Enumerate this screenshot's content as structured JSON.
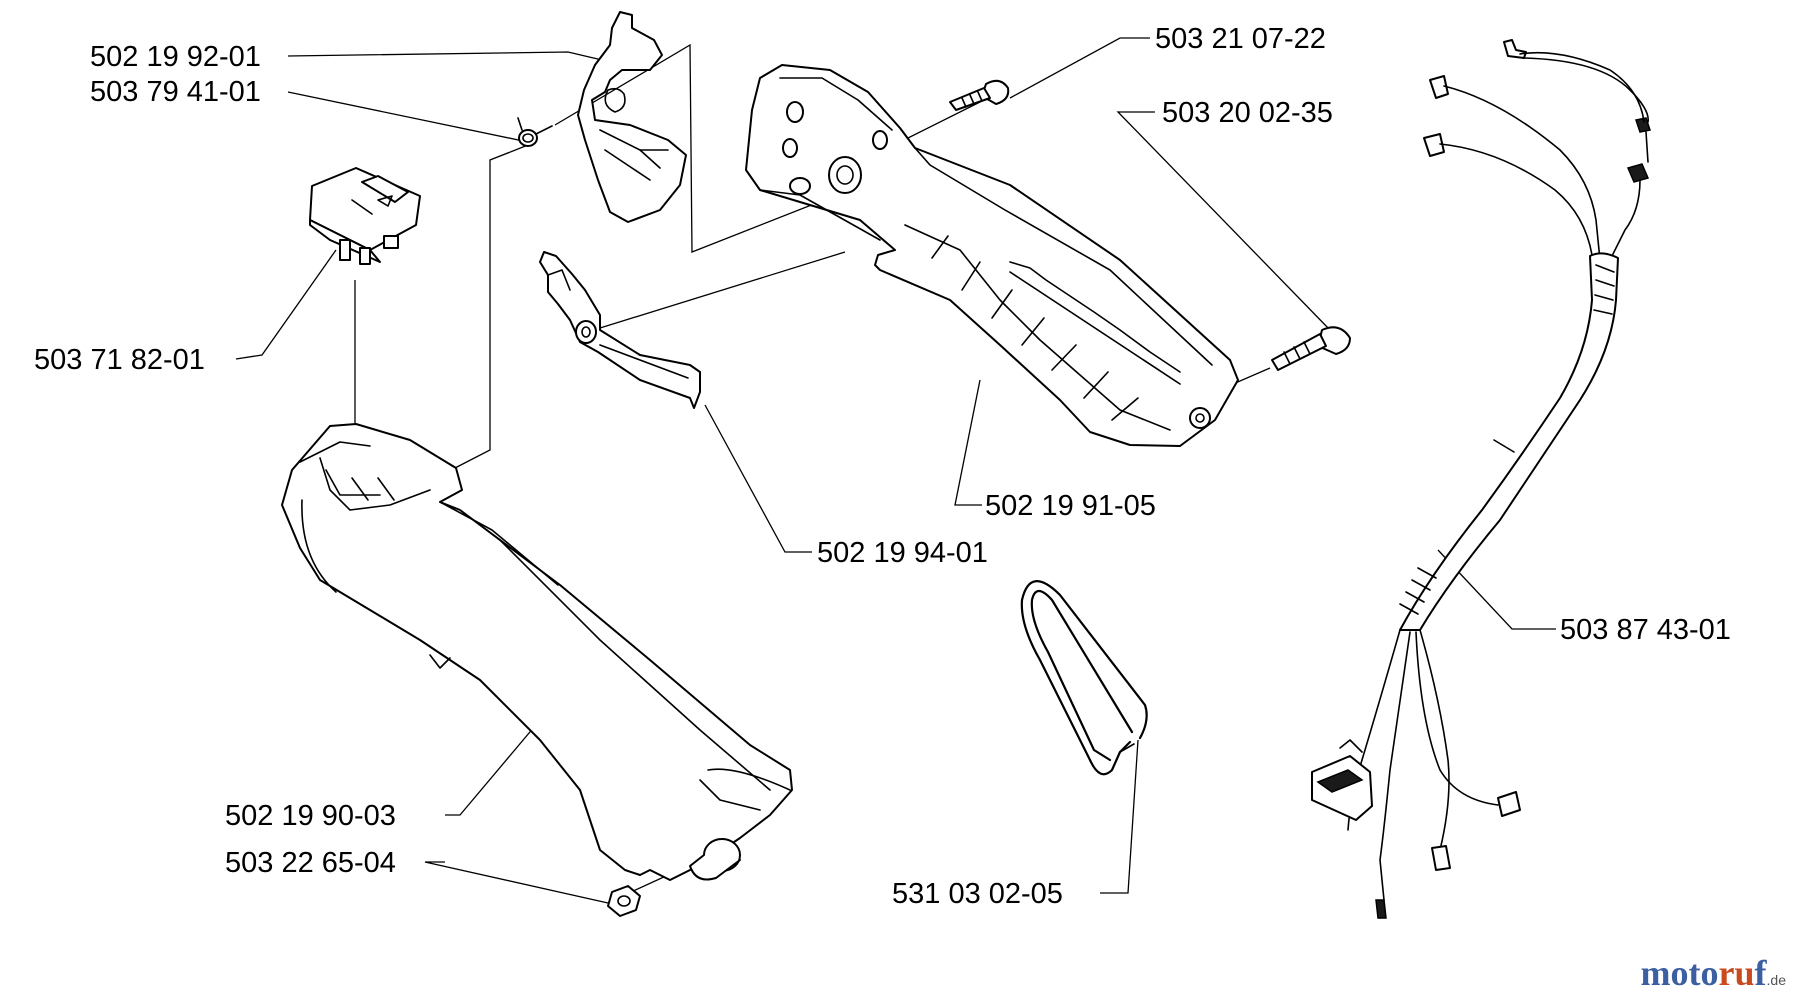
{
  "parts": [
    {
      "id": "p1",
      "number": "502 19 92-01"
    },
    {
      "id": "p2",
      "number": "503 79 41-01"
    },
    {
      "id": "p3",
      "number": "503 71 82-01"
    },
    {
      "id": "p4",
      "number": "503 21 07-22"
    },
    {
      "id": "p5",
      "number": "503 20 02-35"
    },
    {
      "id": "p6",
      "number": "502 19 91-05"
    },
    {
      "id": "p7",
      "number": "502 19 94-01"
    },
    {
      "id": "p8",
      "number": "503 87 43-01"
    },
    {
      "id": "p9",
      "number": "502 19 90-03"
    },
    {
      "id": "p10",
      "number": "503 22 65-04"
    },
    {
      "id": "p11",
      "number": "531 03 02-05"
    }
  ],
  "watermark": {
    "part1": "moto",
    "part2": "ru",
    "part3": "f",
    "tld": ".de"
  },
  "colors": {
    "line": "#000000",
    "background": "#ffffff",
    "watermark_blue": "#3b5fa0",
    "watermark_orange": "#c84a1e"
  }
}
